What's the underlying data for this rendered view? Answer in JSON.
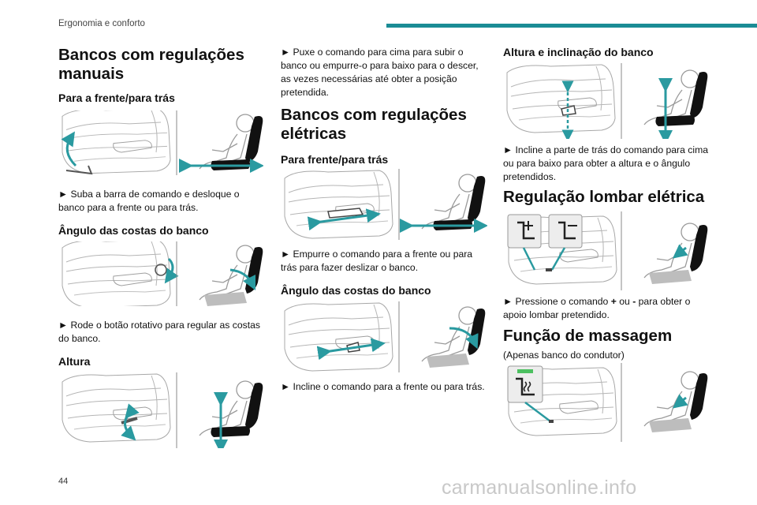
{
  "header": {
    "section": "Ergonomia e conforto"
  },
  "page_number": "44",
  "watermark": "carmanualsonline.info",
  "col1": {
    "title": "Bancos com regulações manuais",
    "s1": {
      "heading": "Para a frente/para trás",
      "text": "► Suba a barra de comando e desloque o banco para a frente ou para trás."
    },
    "s2": {
      "heading": "Ângulo das costas do banco",
      "text": "► Rode o botão rotativo para regular as costas do banco."
    },
    "s3": {
      "heading": "Altura"
    }
  },
  "col2": {
    "intro": "► Puxe o comando para cima para subir o banco ou empurre-o para baixo para o descer, as vezes necessárias até obter a posição pretendida.",
    "title": "Bancos com regulações elétricas",
    "s1": {
      "heading": "Para frente/para trás",
      "text": "► Empurre o comando para a frente ou para trás para fazer deslizar o banco."
    },
    "s2": {
      "heading": "Ângulo das costas do banco",
      "text": "► Incline o comando para a frente ou para trás."
    }
  },
  "col3": {
    "s1": {
      "heading": "Altura e inclinação do banco",
      "text": "► Incline a parte de trás do comando para cima ou para baixo para obter a altura e o ângulo pretendidos."
    },
    "s2": {
      "title": "Regulação lombar elétrica",
      "text_a": "► Pressione o comando ",
      "plus": "+",
      "text_b": " ou ",
      "minus": "-",
      "text_c": " para obter o apoio lombar pretendido."
    },
    "s3": {
      "title": "Função de massagem",
      "text": "(Apenas banco do condutor)"
    }
  },
  "colors": {
    "accent": "#1a8c95",
    "seat_line": "#9a9a9a",
    "arrow": "#2a9aa0"
  }
}
